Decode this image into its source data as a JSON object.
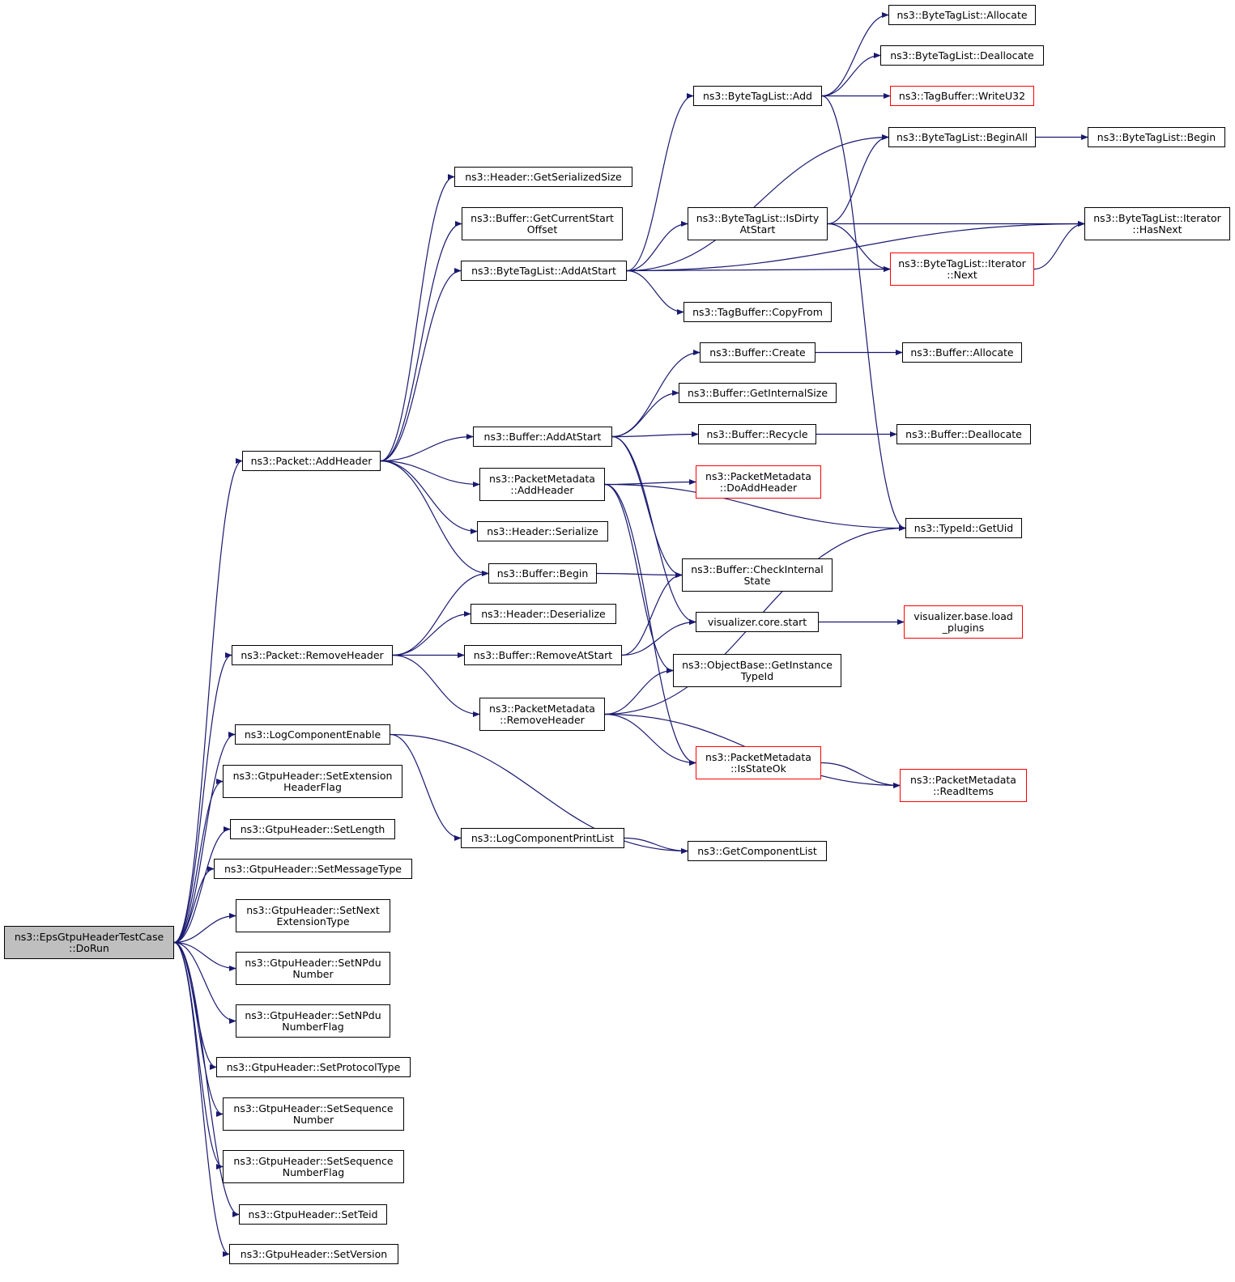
{
  "colors": {
    "edge": "#191970",
    "node_border": "#000000",
    "truncated_border": "#ff0000",
    "root_fill": "#bfbfbf"
  },
  "nodes": [
    {
      "id": "root",
      "label": "ns3::EpsGtpuHeaderTestCase\n::DoRun",
      "root": true
    },
    {
      "id": "addHeader",
      "label": "ns3::Packet::AddHeader"
    },
    {
      "id": "removeHeader",
      "label": "ns3::Packet::RemoveHeader"
    },
    {
      "id": "logCompEnable",
      "label": "ns3::LogComponentEnable"
    },
    {
      "id": "setExtFlag",
      "label": "ns3::GtpuHeader::SetExtension\nHeaderFlag"
    },
    {
      "id": "setLength",
      "label": "ns3::GtpuHeader::SetLength"
    },
    {
      "id": "setMsgType",
      "label": "ns3::GtpuHeader::SetMessageType"
    },
    {
      "id": "setNextExt",
      "label": "ns3::GtpuHeader::SetNext\nExtensionType"
    },
    {
      "id": "setNPdu",
      "label": "ns3::GtpuHeader::SetNPdu\nNumber"
    },
    {
      "id": "setNPduFlag",
      "label": "ns3::GtpuHeader::SetNPdu\nNumberFlag"
    },
    {
      "id": "setProto",
      "label": "ns3::GtpuHeader::SetProtocolType"
    },
    {
      "id": "setSeq",
      "label": "ns3::GtpuHeader::SetSequence\nNumber"
    },
    {
      "id": "setSeqFlag",
      "label": "ns3::GtpuHeader::SetSequence\nNumberFlag"
    },
    {
      "id": "setTeid",
      "label": "ns3::GtpuHeader::SetTeid"
    },
    {
      "id": "setVersion",
      "label": "ns3::GtpuHeader::SetVersion"
    },
    {
      "id": "getSerSize",
      "label": "ns3::Header::GetSerializedSize"
    },
    {
      "id": "getCurStart",
      "label": "ns3::Buffer::GetCurrentStart\nOffset"
    },
    {
      "id": "btlAddAtStart",
      "label": "ns3::ByteTagList::AddAtStart"
    },
    {
      "id": "bufAddAtStart",
      "label": "ns3::Buffer::AddAtStart"
    },
    {
      "id": "pmAddHeader",
      "label": "ns3::PacketMetadata\n::AddHeader"
    },
    {
      "id": "hdrSerialize",
      "label": "ns3::Header::Serialize"
    },
    {
      "id": "bufBegin",
      "label": "ns3::Buffer::Begin"
    },
    {
      "id": "hdrDeserialize",
      "label": "ns3::Header::Deserialize"
    },
    {
      "id": "bufRemoveAtStart",
      "label": "ns3::Buffer::RemoveAtStart"
    },
    {
      "id": "pmRemoveHeader",
      "label": "ns3::PacketMetadata\n::RemoveHeader"
    },
    {
      "id": "logCompPrintList",
      "label": "ns3::LogComponentPrintList"
    },
    {
      "id": "btlAdd",
      "label": "ns3::ByteTagList::Add"
    },
    {
      "id": "btlIsDirty",
      "label": "ns3::ByteTagList::IsDirty\nAtStart"
    },
    {
      "id": "tbCopyFrom",
      "label": "ns3::TagBuffer::CopyFrom"
    },
    {
      "id": "bufCreate",
      "label": "ns3::Buffer::Create"
    },
    {
      "id": "bufGetInternalSize",
      "label": "ns3::Buffer::GetInternalSize"
    },
    {
      "id": "bufRecycle",
      "label": "ns3::Buffer::Recycle"
    },
    {
      "id": "pmDoAddHeader",
      "label": "ns3::PacketMetadata\n::DoAddHeader",
      "red": true
    },
    {
      "id": "bufCheckInternal",
      "label": "ns3::Buffer::CheckInternal\nState"
    },
    {
      "id": "vizCoreStart",
      "label": "visualizer.core.start"
    },
    {
      "id": "objGetInstance",
      "label": "ns3::ObjectBase::GetInstance\nTypeId"
    },
    {
      "id": "pmIsStateOk",
      "label": "ns3::PacketMetadata\n::IsStateOk",
      "red": true
    },
    {
      "id": "getCompList",
      "label": "ns3::GetComponentList"
    },
    {
      "id": "btlAllocate",
      "label": "ns3::ByteTagList::Allocate"
    },
    {
      "id": "btlDeallocate",
      "label": "ns3::ByteTagList::Deallocate"
    },
    {
      "id": "tbWriteU32",
      "label": "ns3::TagBuffer::WriteU32",
      "red": true
    },
    {
      "id": "btlBeginAll",
      "label": "ns3::ByteTagList::BeginAll"
    },
    {
      "id": "btlIterNext",
      "label": "ns3::ByteTagList::Iterator\n::Next",
      "red": true
    },
    {
      "id": "bufAllocate",
      "label": "ns3::Buffer::Allocate"
    },
    {
      "id": "bufDeallocate",
      "label": "ns3::Buffer::Deallocate"
    },
    {
      "id": "typeIdGetUid",
      "label": "ns3::TypeId::GetUid"
    },
    {
      "id": "vizLoadPlugins",
      "label": "visualizer.base.load\n_plugins",
      "red": true
    },
    {
      "id": "pmReadItems",
      "label": "ns3::PacketMetadata\n::ReadItems",
      "red": true
    },
    {
      "id": "btlBegin",
      "label": "ns3::ByteTagList::Begin"
    },
    {
      "id": "btlIterHasNext",
      "label": "ns3::ByteTagList::Iterator\n::HasNext"
    }
  ],
  "edges": [
    [
      "root",
      "addHeader"
    ],
    [
      "root",
      "removeHeader"
    ],
    [
      "root",
      "logCompEnable"
    ],
    [
      "root",
      "setExtFlag"
    ],
    [
      "root",
      "setLength"
    ],
    [
      "root",
      "setMsgType"
    ],
    [
      "root",
      "setNextExt"
    ],
    [
      "root",
      "setNPdu"
    ],
    [
      "root",
      "setNPduFlag"
    ],
    [
      "root",
      "setProto"
    ],
    [
      "root",
      "setSeq"
    ],
    [
      "root",
      "setSeqFlag"
    ],
    [
      "root",
      "setTeid"
    ],
    [
      "root",
      "setVersion"
    ],
    [
      "addHeader",
      "getSerSize"
    ],
    [
      "addHeader",
      "getCurStart"
    ],
    [
      "addHeader",
      "btlAddAtStart"
    ],
    [
      "addHeader",
      "bufAddAtStart"
    ],
    [
      "addHeader",
      "pmAddHeader"
    ],
    [
      "addHeader",
      "hdrSerialize"
    ],
    [
      "addHeader",
      "bufBegin"
    ],
    [
      "removeHeader",
      "bufBegin"
    ],
    [
      "removeHeader",
      "hdrDeserialize"
    ],
    [
      "removeHeader",
      "bufRemoveAtStart"
    ],
    [
      "removeHeader",
      "pmRemoveHeader"
    ],
    [
      "logCompEnable",
      "logCompPrintList"
    ],
    [
      "logCompEnable",
      "getCompList"
    ],
    [
      "logCompPrintList",
      "getCompList"
    ],
    [
      "btlAddAtStart",
      "btlAdd"
    ],
    [
      "btlAddAtStart",
      "btlBeginAll"
    ],
    [
      "btlAddAtStart",
      "btlIterHasNext"
    ],
    [
      "btlAddAtStart",
      "btlIsDirty"
    ],
    [
      "btlAddAtStart",
      "btlIterNext"
    ],
    [
      "btlAddAtStart",
      "tbCopyFrom"
    ],
    [
      "btlAdd",
      "btlAllocate"
    ],
    [
      "btlAdd",
      "btlDeallocate"
    ],
    [
      "btlAdd",
      "tbWriteU32"
    ],
    [
      "btlAdd",
      "typeIdGetUid"
    ],
    [
      "btlIsDirty",
      "btlBeginAll"
    ],
    [
      "btlIsDirty",
      "btlIterHasNext"
    ],
    [
      "btlIsDirty",
      "btlIterNext"
    ],
    [
      "btlBeginAll",
      "btlBegin"
    ],
    [
      "btlIterNext",
      "btlIterHasNext"
    ],
    [
      "bufAddAtStart",
      "bufCreate"
    ],
    [
      "bufAddAtStart",
      "bufGetInternalSize"
    ],
    [
      "bufAddAtStart",
      "bufRecycle"
    ],
    [
      "bufAddAtStart",
      "bufCheckInternal"
    ],
    [
      "bufAddAtStart",
      "vizCoreStart"
    ],
    [
      "bufCreate",
      "bufAllocate"
    ],
    [
      "bufRecycle",
      "bufDeallocate"
    ],
    [
      "pmAddHeader",
      "pmDoAddHeader"
    ],
    [
      "pmAddHeader",
      "typeIdGetUid"
    ],
    [
      "pmAddHeader",
      "objGetInstance"
    ],
    [
      "pmAddHeader",
      "pmIsStateOk"
    ],
    [
      "bufBegin",
      "bufCheckInternal"
    ],
    [
      "bufRemoveAtStart",
      "bufCheckInternal"
    ],
    [
      "bufRemoveAtStart",
      "vizCoreStart"
    ],
    [
      "pmRemoveHeader",
      "objGetInstance"
    ],
    [
      "pmRemoveHeader",
      "typeIdGetUid"
    ],
    [
      "pmRemoveHeader",
      "pmIsStateOk"
    ],
    [
      "pmRemoveHeader",
      "pmReadItems"
    ],
    [
      "vizCoreStart",
      "vizLoadPlugins"
    ],
    [
      "pmIsStateOk",
      "pmReadItems"
    ]
  ]
}
